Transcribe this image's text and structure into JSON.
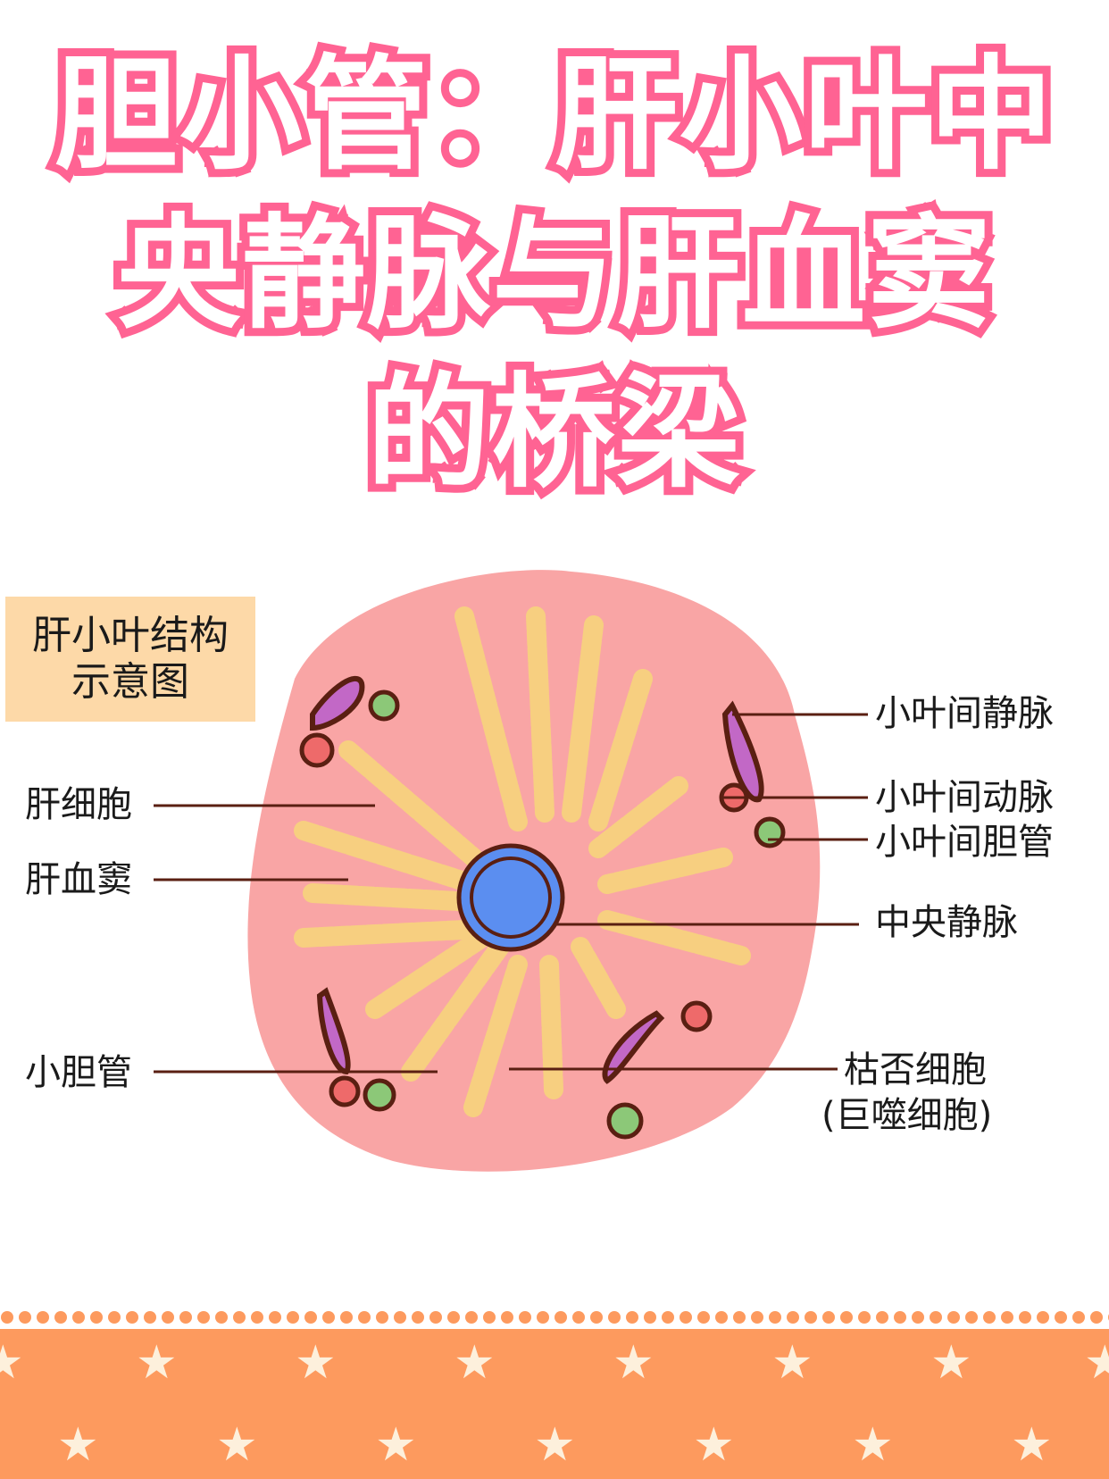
{
  "title": {
    "lines": [
      "胆小管：肝小叶中",
      "央静脉与肝血窦",
      "的桥梁"
    ],
    "fill_color": "#ffffff",
    "outline_color": "#ff6393"
  },
  "diagram": {
    "legend_title": [
      "肝小叶结构",
      "示意图"
    ],
    "legend_bg": "#fdd9a8",
    "lobule_color": "#f9a5a5",
    "central_vein_color": "#5b8ef0",
    "hepatocyte_color": "#f7cf80",
    "outline_color": "#5a1f12",
    "labels_left": [
      {
        "text": "肝细胞"
      },
      {
        "text": "肝血窦"
      },
      {
        "text": "小胆管"
      }
    ],
    "labels_right": [
      {
        "text": "小叶间静脉"
      },
      {
        "text": "小叶间动脉"
      },
      {
        "text": "小叶间胆管"
      },
      {
        "text": "中央静脉"
      },
      {
        "text": "枯否细胞"
      },
      {
        "text": "(巨噬细胞)"
      }
    ]
  },
  "footer": {
    "bg_color": "#fd9a5e",
    "star_color": "#fdf0dc",
    "star_glyph": "★",
    "dot_color": "#fd9a5e"
  }
}
